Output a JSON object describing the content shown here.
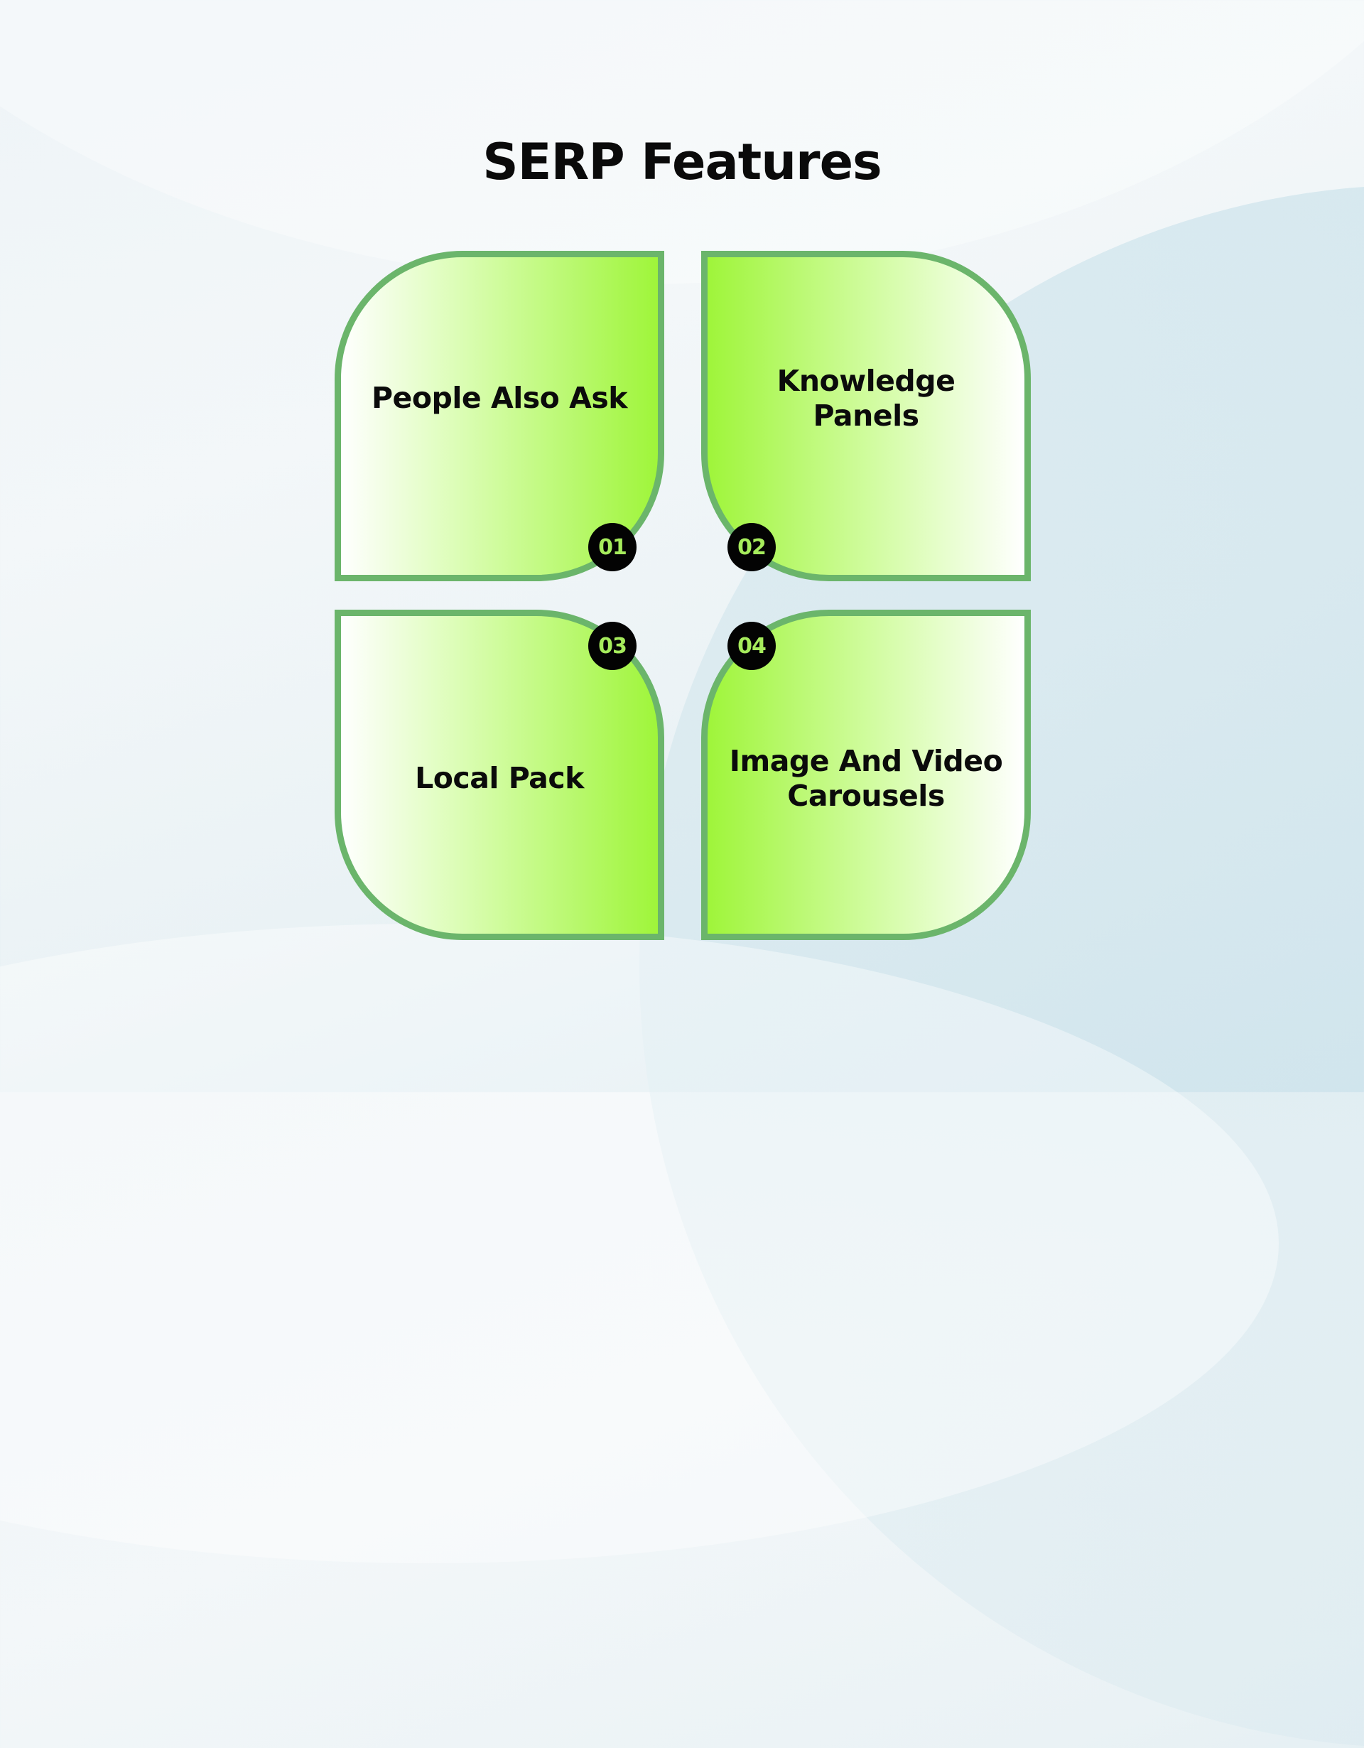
{
  "title": "SERP Features",
  "colors": {
    "card_border": "#6bb56b",
    "card_accent": "#9ff53a",
    "badge_bg": "#030303",
    "badge_text": "#a6ec5c",
    "title_text": "#0a0a0a"
  },
  "cards": [
    {
      "number": "01",
      "label": "People Also Ask"
    },
    {
      "number": "02",
      "label": "Knowledge Panels"
    },
    {
      "number": "03",
      "label": "Local Pack"
    },
    {
      "number": "04",
      "label": "Image And Video Carousels"
    }
  ]
}
